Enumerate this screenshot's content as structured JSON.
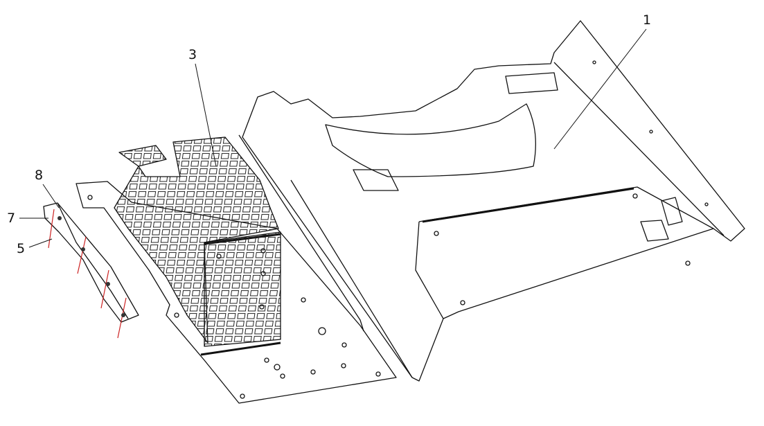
{
  "diagram": {
    "type": "exploded-assembly-drawing",
    "callouts": [
      {
        "id": "1",
        "label": "1"
      },
      {
        "id": "3",
        "label": "3"
      },
      {
        "id": "8",
        "label": "8"
      },
      {
        "id": "7",
        "label": "7"
      },
      {
        "id": "5",
        "label": "5"
      }
    ],
    "line_color": "#111111",
    "fastener_color": "#cc2222"
  }
}
